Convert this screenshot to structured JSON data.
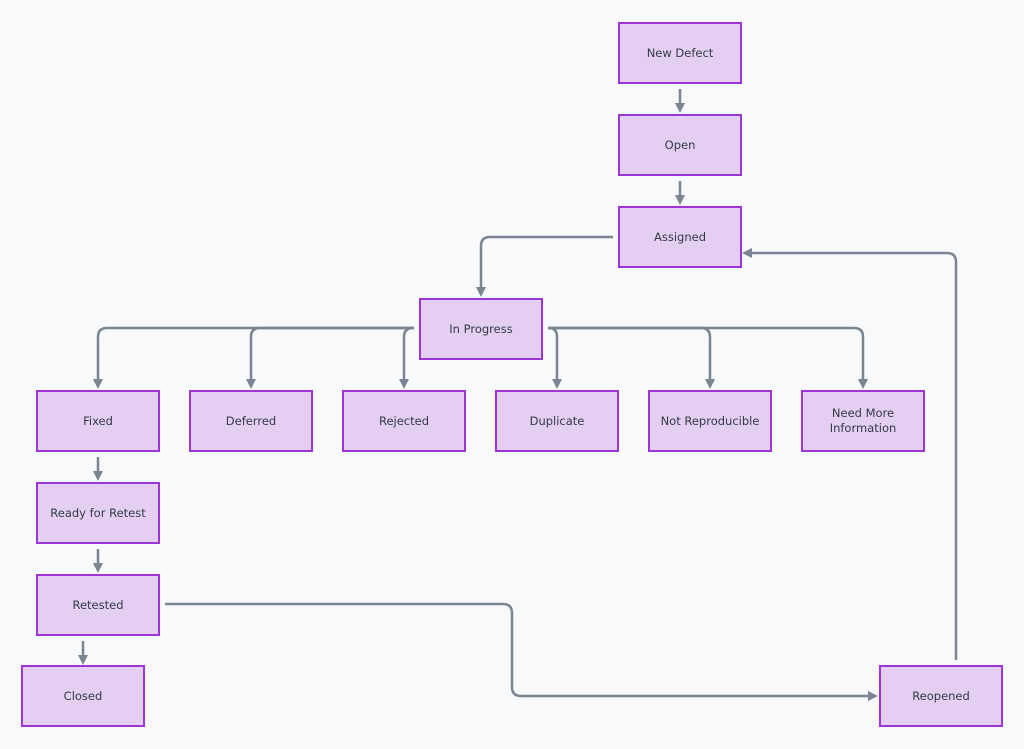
{
  "colors": {
    "background": "#f8f9fb",
    "node_fill": "#e4cff3",
    "node_border": "#9b35d3",
    "edge": "#7a8592",
    "text": "#333a44"
  },
  "nodes": {
    "new_defect": "New Defect",
    "open": "Open",
    "assigned": "Assigned",
    "in_progress": "In Progress",
    "fixed": "Fixed",
    "deferred": "Deferred",
    "rejected": "Rejected",
    "duplicate": "Duplicate",
    "not_reproducible": "Not Reproducible",
    "need_more_information": "Need More Information",
    "ready_for_retest": "Ready for Retest",
    "retested": "Retested",
    "closed": "Closed",
    "reopened": "Reopened"
  }
}
